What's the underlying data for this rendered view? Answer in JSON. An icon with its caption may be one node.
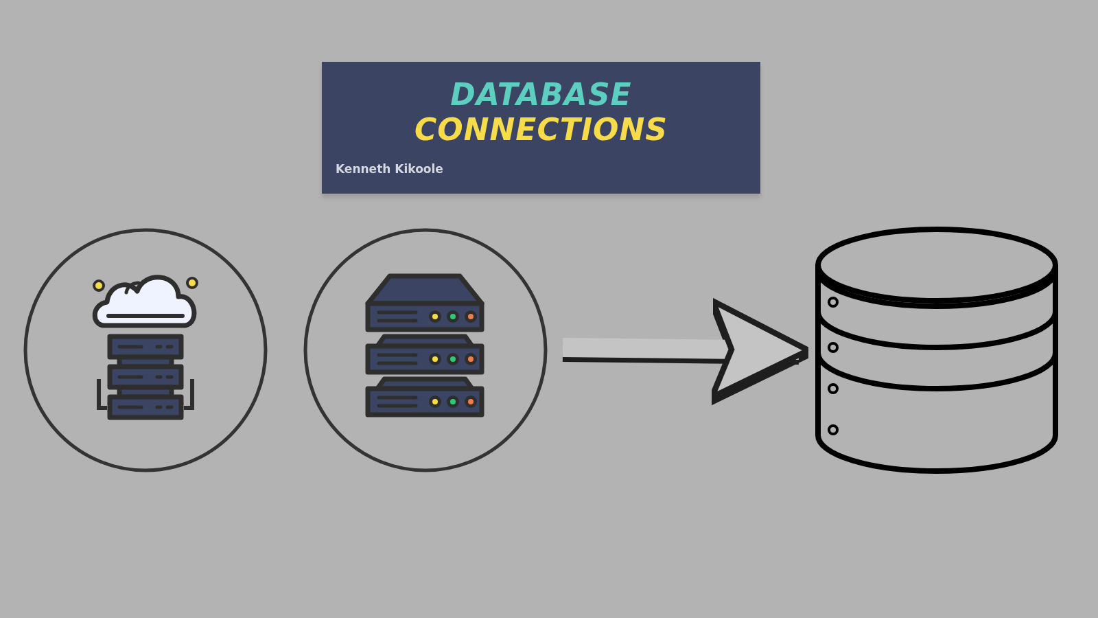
{
  "diagram": {
    "title": "DATABASE CONNECTIONS",
    "nodes": [
      {
        "text": [],
        "shape": "circle"
      },
      {
        "text": [],
        "shape": "circle"
      },
      {
        "text": [],
        "shape": "cylinder"
      }
    ],
    "edges": [
      {
        "from": 1,
        "to": 2,
        "arrow": "to"
      }
    ],
    "labels": [
      "Kenneth Kikoole"
    ]
  }
}
